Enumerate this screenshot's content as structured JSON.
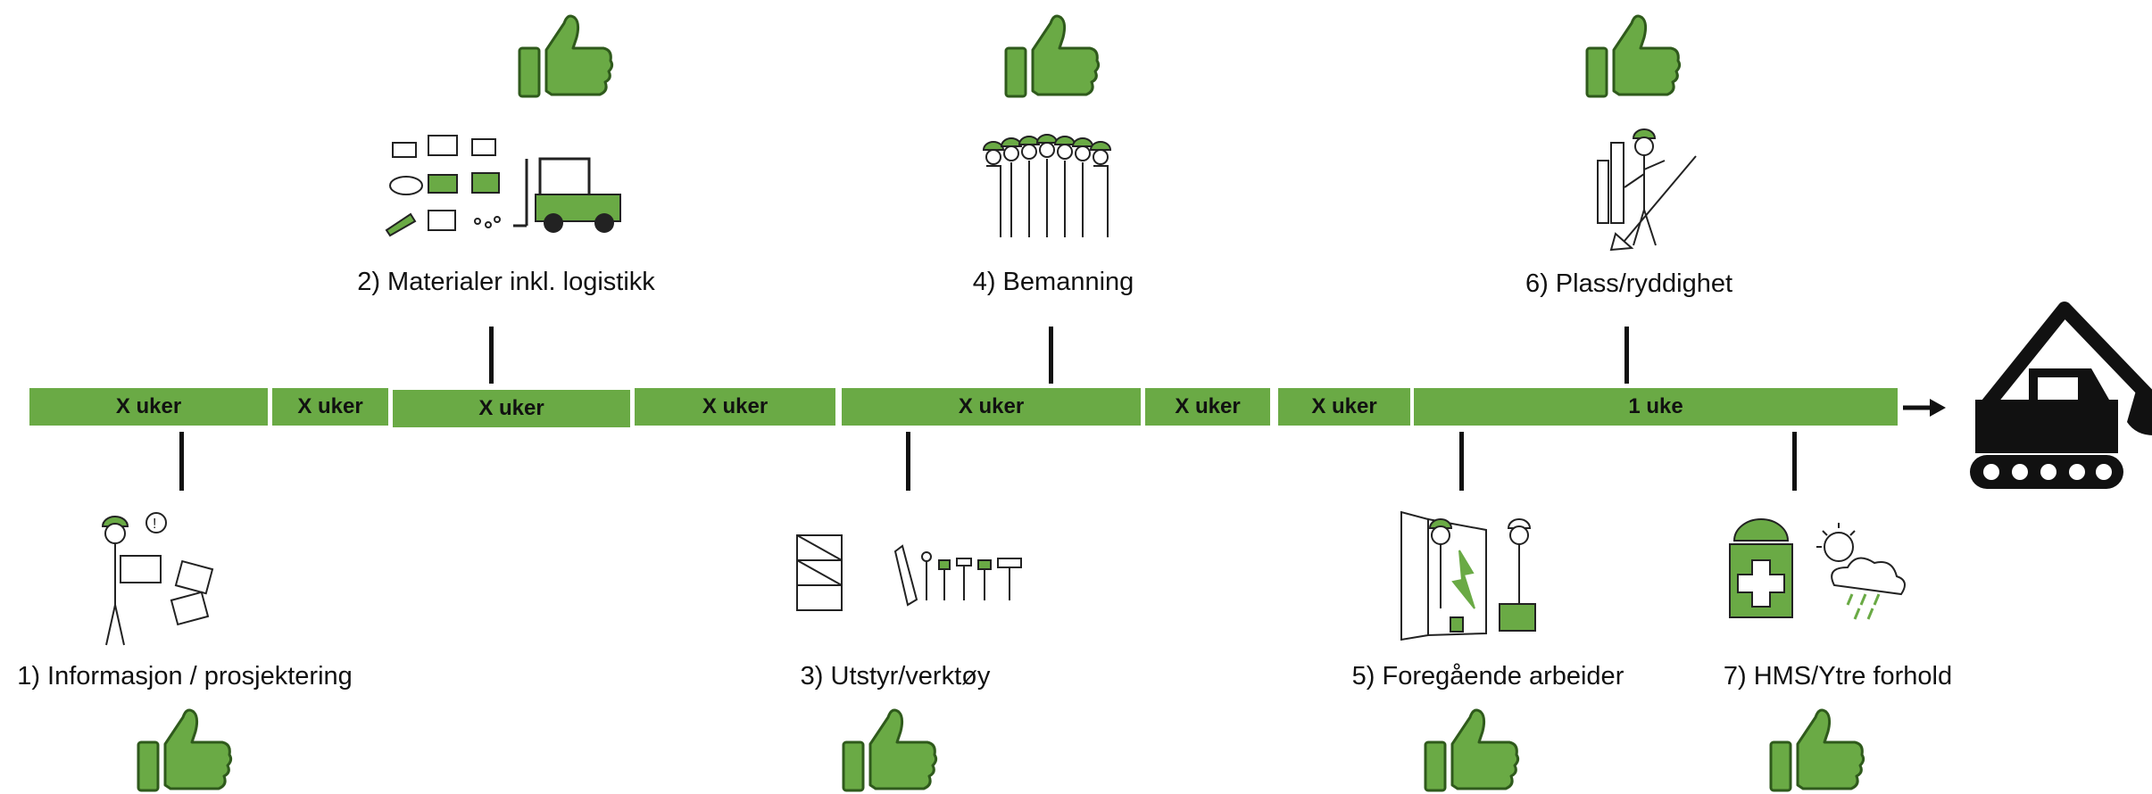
{
  "timeline": {
    "bar_color": "#6aaa45",
    "segments": [
      "X uker",
      "X uker",
      "X uker",
      "X uker",
      "X uker",
      "X uker",
      "X uker",
      "1 uke"
    ]
  },
  "steps": {
    "s1": "1) Informasjon / prosjektering",
    "s2": "2) Materialer inkl. logistikk",
    "s3": "3) Utstyr/verktøy",
    "s4": "4) Bemanning",
    "s5": "5) Foregående arbeider",
    "s6": "6) Plass/ryddighet",
    "s7": "7) HMS/Ytre forhold"
  },
  "icons": {
    "thumb": "thumbs-up-icon",
    "end": "excavator-icon",
    "arrow": "arrow-right-icon",
    "accent": "#6aaa45"
  }
}
